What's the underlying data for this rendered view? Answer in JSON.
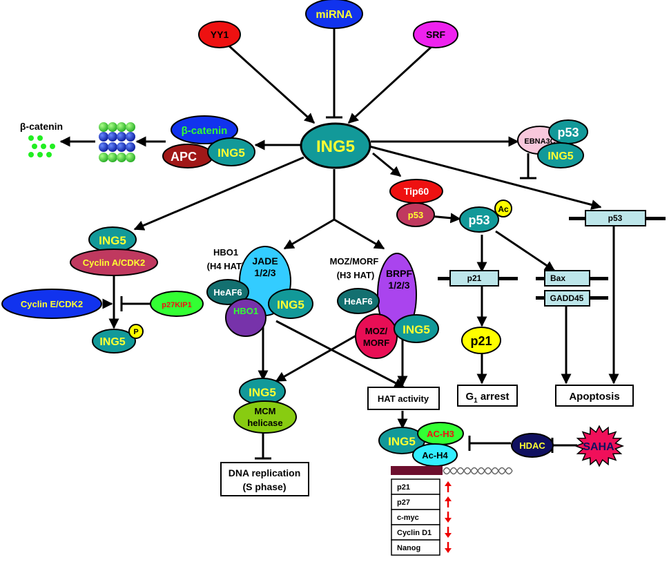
{
  "colors": {
    "ing5": "#129999",
    "yellow_text": "#ffff33",
    "red": "#ee1111",
    "blue": "#1133ee",
    "magenta": "#ee22ee",
    "dark_red": "#a01818",
    "rose": "#c0395f",
    "teal_dark": "#137070",
    "purple": "#7733aa",
    "violet": "#aa44ee",
    "crimson": "#e80e55",
    "light_blue": "#33ccff",
    "lime": "#88cc11",
    "green": "#33ff33",
    "navy": "#0a2a9a",
    "dark_navy": "#101060",
    "yellow": "#ffff00",
    "box_fill": "#bde6ea",
    "saha": "#f0105a",
    "arrow_red": "#ee0000",
    "dna": "#6d0f2e"
  },
  "nodes": {
    "mirna": "miRNA",
    "yy1": "YY1",
    "srf": "SRF",
    "ing5_main": "ING5",
    "beta_catenin_free": "β-catenin",
    "beta_catenin_complex": "β-catenin",
    "apc": "APC",
    "ing5_apc": "ING5",
    "ebna3c": "EBNA3C",
    "p53_ebna": "p53",
    "ing5_ebna": "ING5",
    "tip60": "Tip60",
    "p53_tip60": "p53",
    "p53_ac": "p53",
    "ac": "Ac",
    "p53_gene": "p53",
    "p21_gene": "p21",
    "bax_gene": "Bax",
    "gadd45_gene": "GADD45",
    "p21_protein": "p21",
    "g1_arrest": "G",
    "g1_sub": "1",
    "g1_rest": " arrest",
    "apoptosis": "Apoptosis",
    "ing5_cdk": "ING5",
    "cyclin_a_cdk2": "Cyclin A/CDK2",
    "cyclin_e_cdk2": "Cyclin E/CDK2",
    "p27kip1": "p27KIP1",
    "ing5_p": "ING5",
    "p_label": "P",
    "hbo1_title": "HBO1",
    "h4_hat": "(H4 HAT)",
    "jade": "JADE",
    "jade_sub": "1/2/3",
    "heaf6_left": "HeAF6",
    "hbo1": "HBO1",
    "ing5_hbo1": "ING5",
    "moz_title": "MOZ/MORF",
    "h3_hat": "(H3 HAT)",
    "brpf": "BRPF",
    "brpf_sub": "1/2/3",
    "heaf6_right": "HeAF6",
    "moz": "MOZ/",
    "morf": "MORF",
    "ing5_moz": "ING5",
    "ing5_mcm": "ING5",
    "mcm": "MCM",
    "helicase": "helicase",
    "dna_replication": "DNA replication",
    "s_phase": "(S phase)",
    "hat_activity": "HAT activity",
    "ing5_hat": "ING5",
    "ac_h3": "AC-H3",
    "ac_h4": "Ac-H4",
    "hdac": "HDAC",
    "saha": "SAHA"
  },
  "target_genes": [
    {
      "name": "p21",
      "direction": "up"
    },
    {
      "name": "p27",
      "direction": "up"
    },
    {
      "name": "c-myc",
      "direction": "down"
    },
    {
      "name": "Cyclin D1",
      "direction": "down"
    },
    {
      "name": "Nanog",
      "direction": "down"
    }
  ]
}
